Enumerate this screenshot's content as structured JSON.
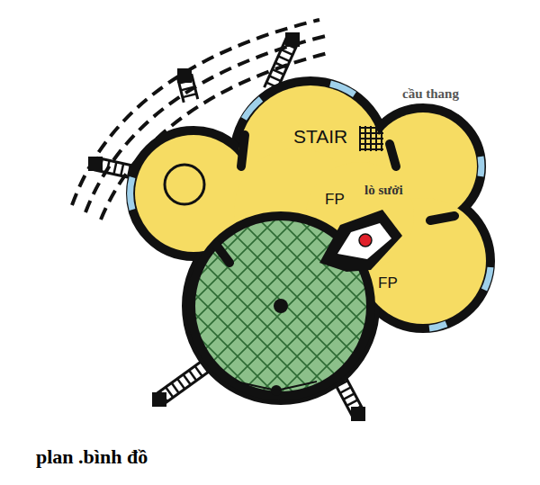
{
  "diagram": {
    "caption": "plan .bình đồ",
    "labels": [
      "cầu thang",
      "STAIR",
      "FP",
      "lò sưởi",
      "FP"
    ]
  }
}
